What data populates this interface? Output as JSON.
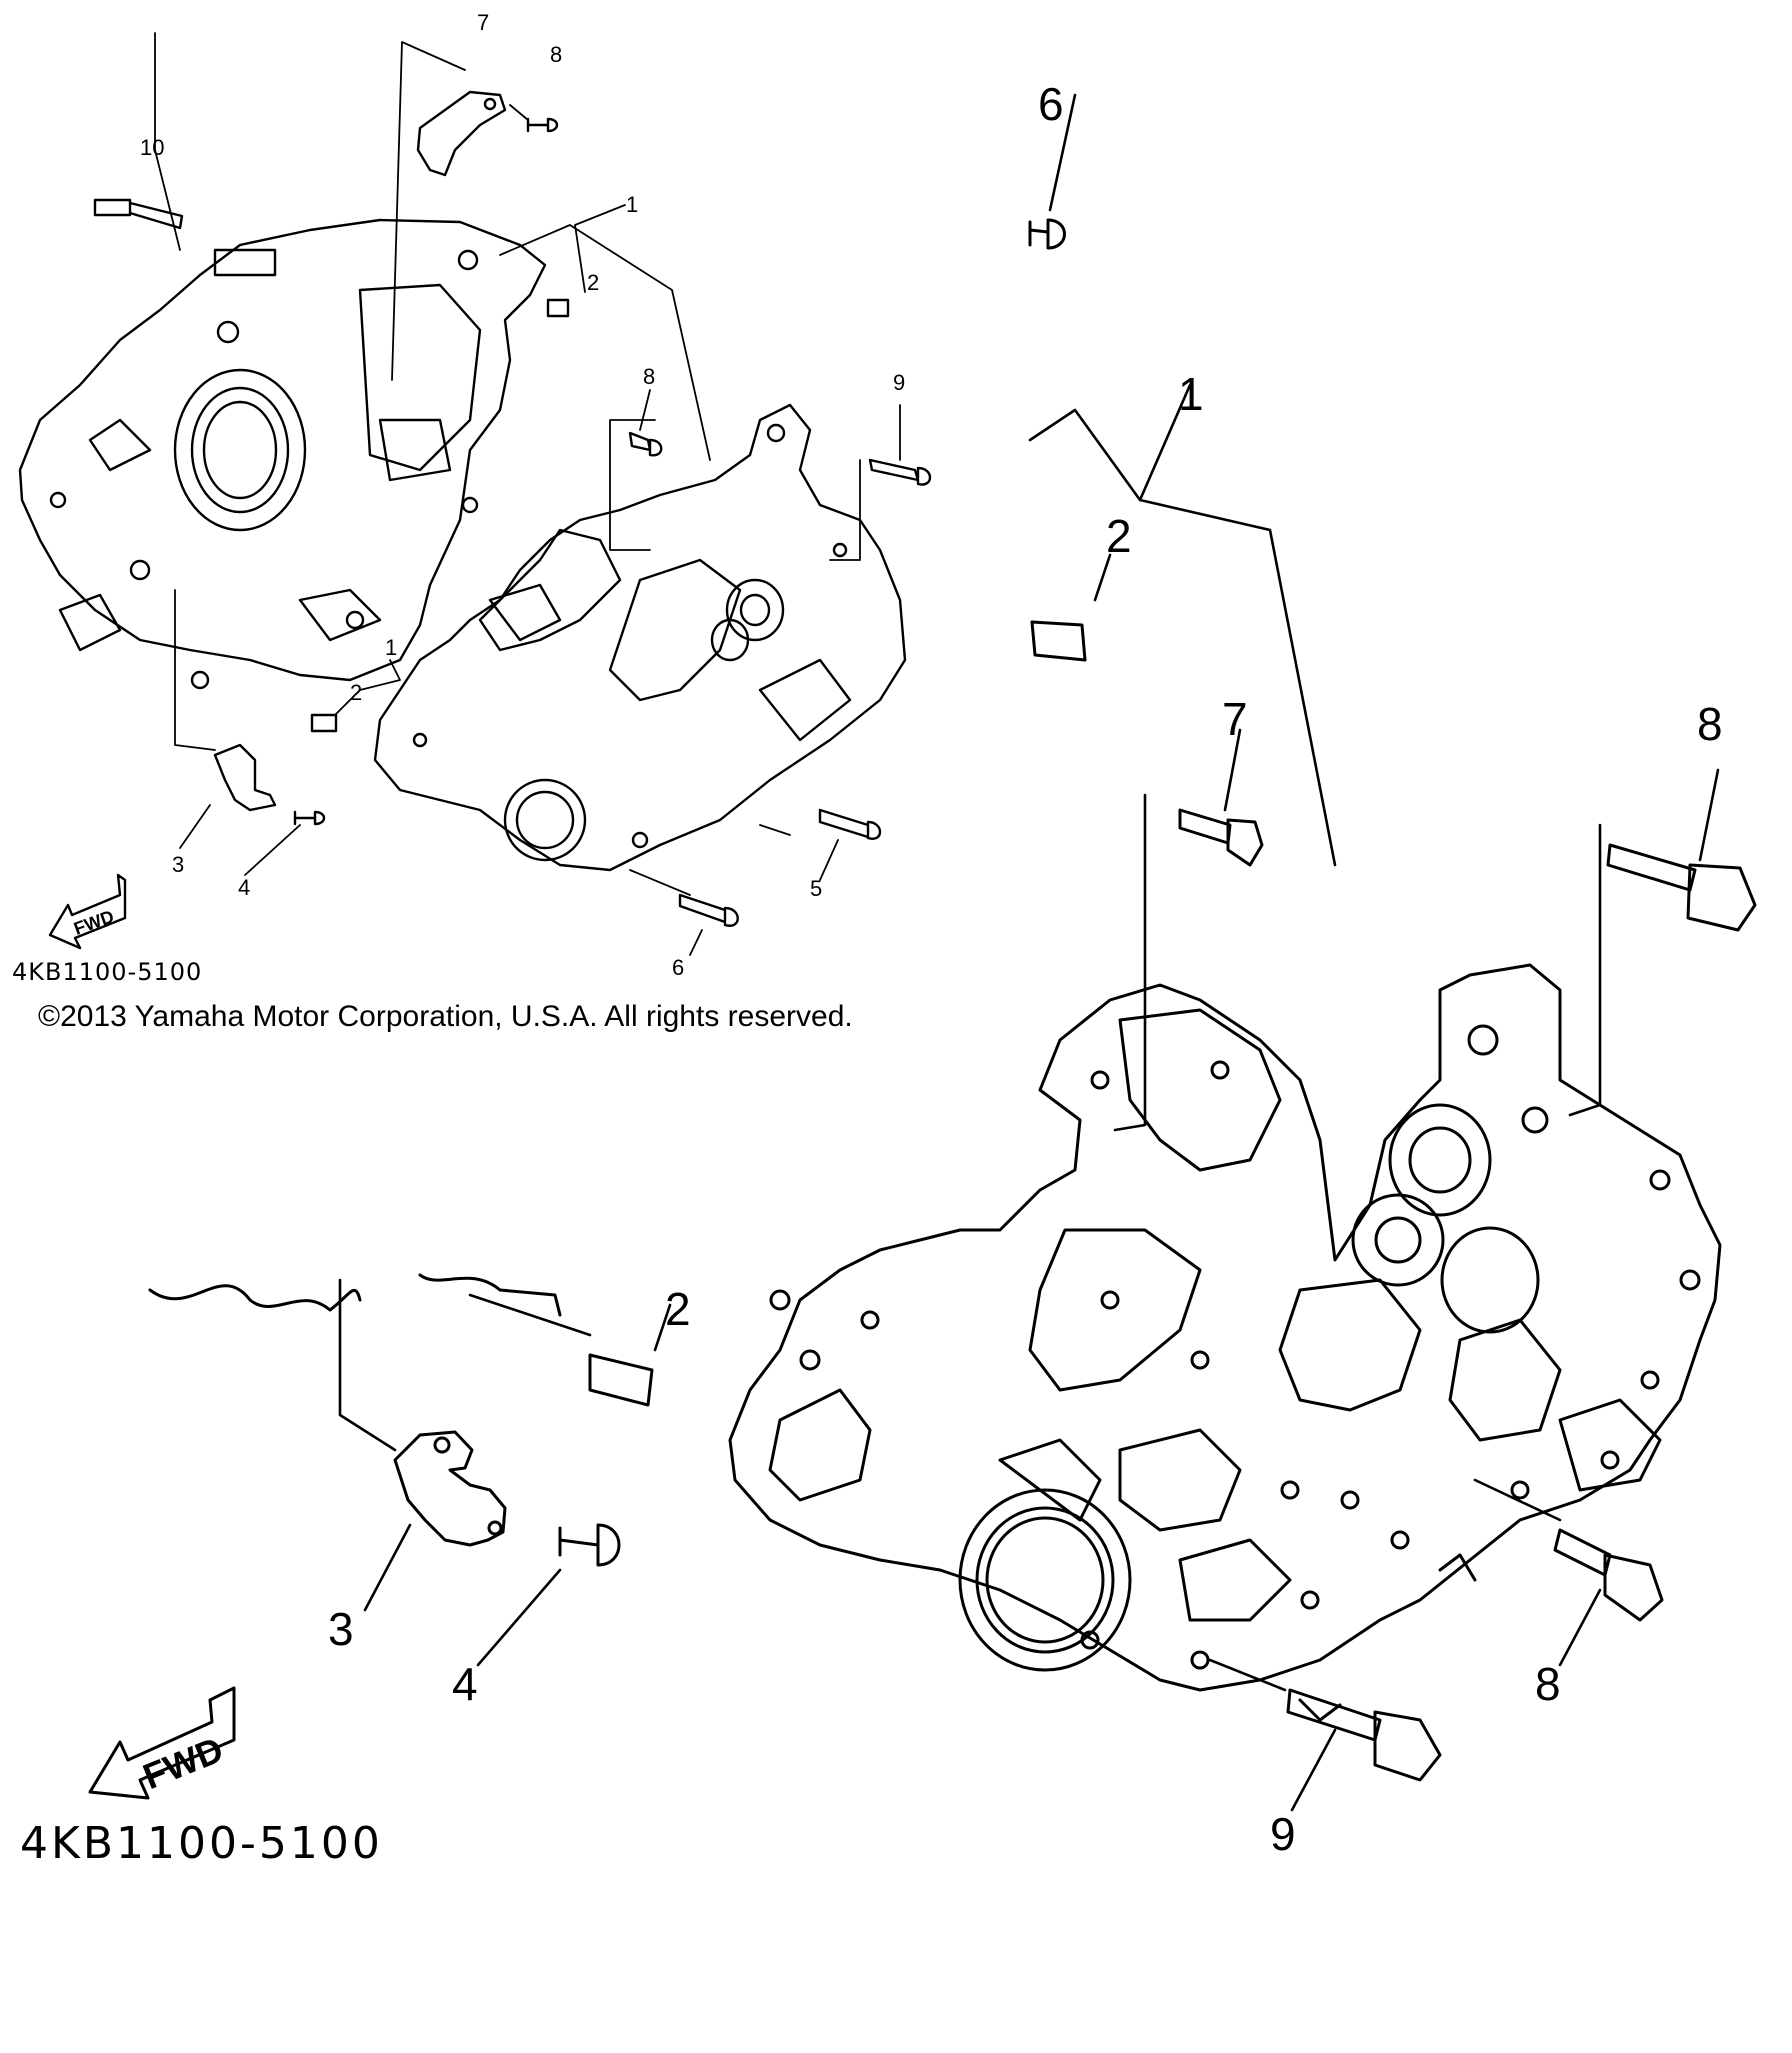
{
  "diagram": {
    "part_number": "4KB1100-5100",
    "copyright": "©2013 Yamaha Motor Corporation, U.S.A. All rights reserved.",
    "fwd_label": "FWD",
    "overview_callouts": [
      "1",
      "1",
      "2",
      "2",
      "3",
      "4",
      "5",
      "6",
      "7",
      "8",
      "8",
      "9",
      "10"
    ],
    "detail_callouts": [
      "1",
      "2",
      "2",
      "3",
      "4",
      "6",
      "7",
      "8",
      "8",
      "9"
    ]
  }
}
